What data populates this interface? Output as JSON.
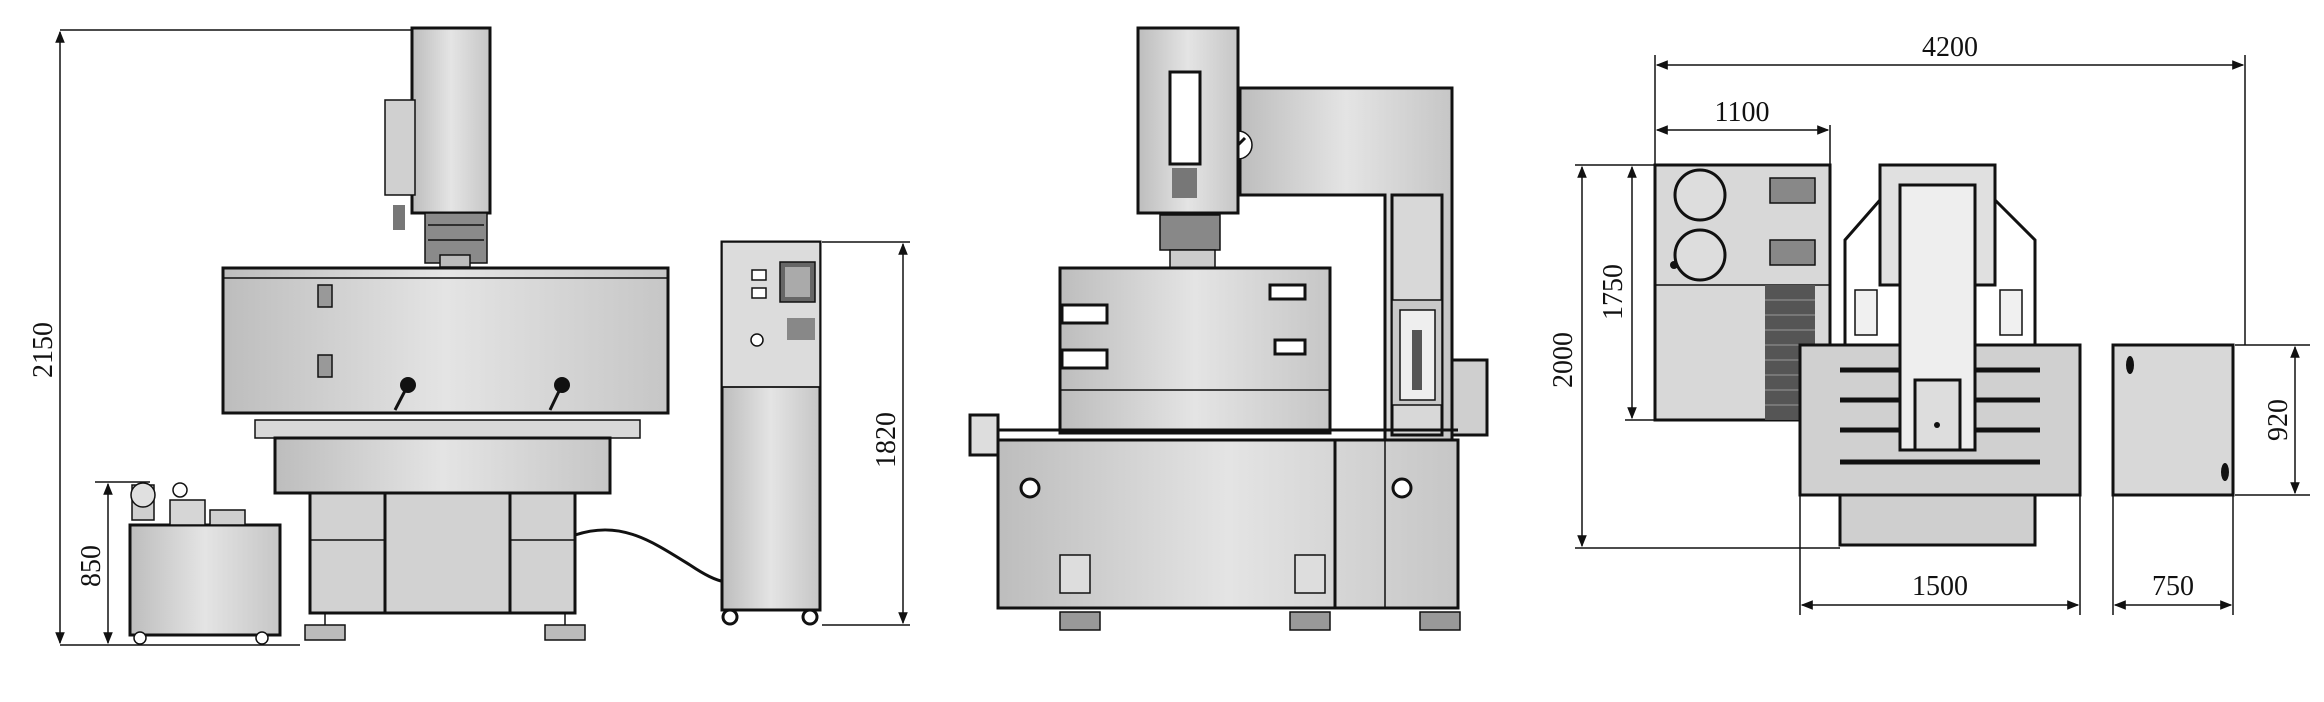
{
  "front_view": {
    "total_height": "2150",
    "tank_height": "850",
    "control_cabinet_height": "1820"
  },
  "top_view": {
    "overall_width": "4200",
    "aux_unit_width": "1100",
    "aux_unit_depth": "1750",
    "overall_depth": "2000",
    "cabinet_depth": "920",
    "machine_width": "1500",
    "cabinet_width": "750"
  }
}
